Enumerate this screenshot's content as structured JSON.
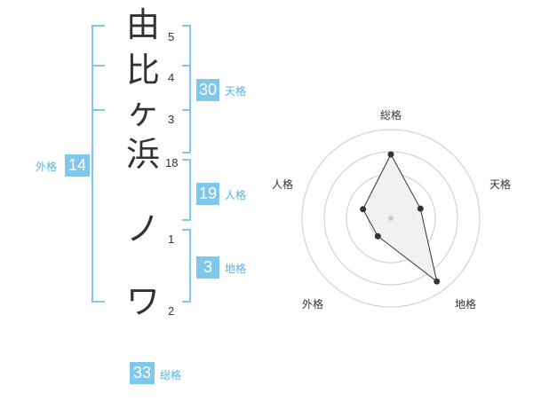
{
  "name": {
    "chars": [
      "由",
      "比",
      "ヶ",
      "浜",
      "ノ",
      "ワ"
    ],
    "strokes": [
      "5",
      "4",
      "3",
      "18",
      "1",
      "2"
    ]
  },
  "kakusu": {
    "tenkaku": {
      "value": "30",
      "label": "天格"
    },
    "jinkaku": {
      "value": "19",
      "label": "人格"
    },
    "chikaku": {
      "value": "3",
      "label": "地格"
    },
    "gaikaku": {
      "value": "14",
      "label": "外格"
    },
    "soukaku": {
      "value": "33",
      "label": "総格"
    }
  },
  "colors": {
    "bracket": "#7fc8ec",
    "badge": "#7fc8ec",
    "badge_label": "#55b4e4",
    "text": "#333333",
    "radar_ring": "#cccccc",
    "radar_fill": "#eeeeee"
  },
  "chart_data": {
    "type": "radar",
    "axes": [
      "総格",
      "天格",
      "地格",
      "外格",
      "人格"
    ],
    "levels": 4,
    "values": [
      0.72,
      0.35,
      0.88,
      0.25,
      0.33
    ]
  }
}
